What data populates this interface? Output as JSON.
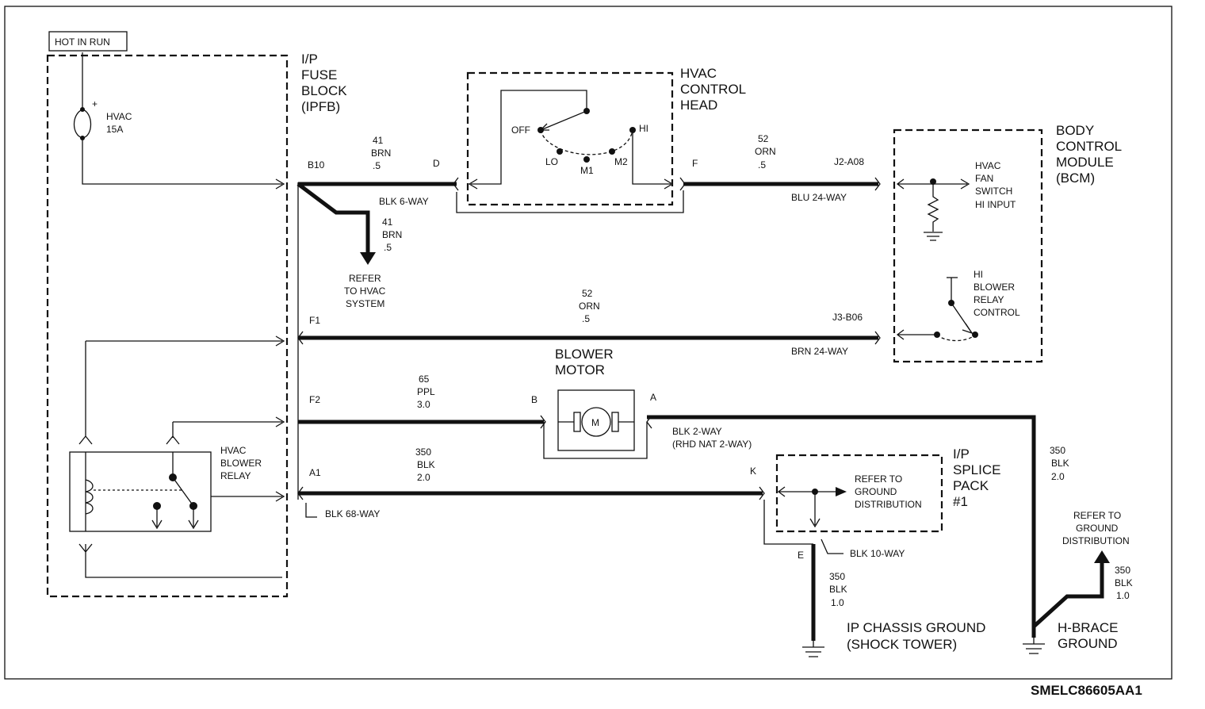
{
  "hot_in_run": "HOT IN RUN",
  "fuse": {
    "name": "HVAC",
    "rating": "15A",
    "plus": "+"
  },
  "ipfb": {
    "l1": "I/P",
    "l2": "FUSE",
    "l3": "BLOCK",
    "l4": "(IPFB)"
  },
  "hvac_head": {
    "l1": "HVAC",
    "l2": "CONTROL",
    "l3": "HEAD",
    "off": "OFF",
    "hi": "HI",
    "lo": "LO",
    "m1": "M1",
    "m2": "M2"
  },
  "bcm": {
    "l1": "BODY",
    "l2": "CONTROL",
    "l3": "MODULE",
    "l4": "(BCM)",
    "fan1": "HVAC",
    "fan2": "FAN",
    "fan3": "SWITCH",
    "fan4": "HI INPUT",
    "rly1": "HI",
    "rly2": "BLOWER",
    "rly3": "RELAY",
    "rly4": "CONTROL"
  },
  "relay": {
    "l1": "HVAC",
    "l2": "BLOWER",
    "l3": "RELAY"
  },
  "blower": {
    "l1": "BLOWER",
    "l2": "MOTOR",
    "m": "M"
  },
  "splice": {
    "l1": "I/P",
    "l2": "SPLICE",
    "l3": "PACK",
    "l4": "#1",
    "r1": "REFER TO",
    "r2": "GROUND",
    "r3": "DISTRIBUTION"
  },
  "pins": {
    "b10": "B10",
    "d": "D",
    "f": "F",
    "j2": "J2-A08",
    "f1": "F1",
    "j3": "J3-B06",
    "f2": "F2",
    "b": "B",
    "a": "A",
    "a1": "A1",
    "k": "K",
    "e": "E"
  },
  "connectors": {
    "blk6": "BLK 6-WAY",
    "blu24": "BLU 24-WAY",
    "brn24": "BRN 24-WAY",
    "blk2": "BLK 2-WAY",
    "rhd": "(RHD NAT 2-WAY)",
    "blk68": "BLK 68-WAY",
    "blk10": "BLK 10-WAY"
  },
  "wires": {
    "w1": [
      "41",
      "BRN",
      ".5"
    ],
    "w2": [
      "41",
      "BRN",
      ".5"
    ],
    "w3": [
      "52",
      "ORN",
      ".5"
    ],
    "w4": [
      "52",
      "ORN",
      ".5"
    ],
    "w5": [
      "65",
      "PPL",
      "3.0"
    ],
    "w6": [
      "350",
      "BLK",
      "2.0"
    ],
    "w7": [
      "350",
      "BLK",
      "2.0"
    ],
    "w8": [
      "350",
      "BLK",
      "1.0"
    ],
    "w9": [
      "350",
      "BLK",
      "1.0"
    ]
  },
  "refer_hvac": [
    "REFER",
    "TO HVAC",
    "SYSTEM"
  ],
  "refer_ground": [
    "REFER TO",
    "GROUND",
    "DISTRIBUTION"
  ],
  "grounds": {
    "ip1": "IP CHASSIS GROUND",
    "ip2": "(SHOCK TOWER)",
    "hb1": "H-BRACE",
    "hb2": "GROUND"
  },
  "figure_id": "SMELC86605AA1"
}
